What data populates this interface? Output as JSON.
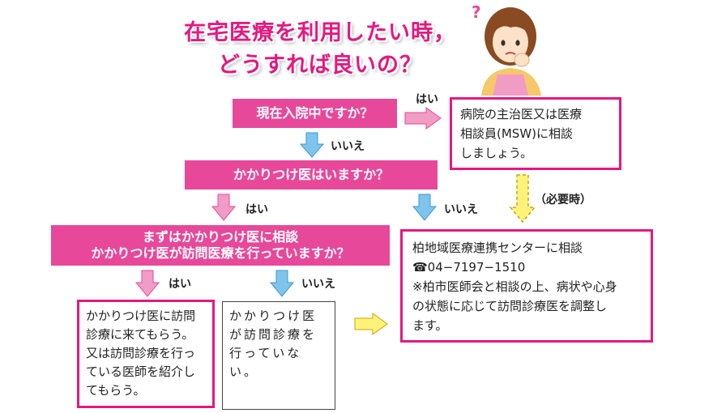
{
  "title": {
    "line1": "在宅医療を利用したい時，",
    "line2": "どうすれば良いの？"
  },
  "question1": "現在入院中ですか？",
  "question2": "かかりつけ医はいますか？",
  "question3": {
    "line1": "まずはかかりつけ医に相談",
    "line2": "かかりつけ医が訪問医療を行っていますか？"
  },
  "labels": {
    "yes": "はい",
    "no": "いいえ",
    "if_needed": "（必要時）"
  },
  "box_hospital": {
    "line1": "病院の主治医又は医療",
    "line2": "相談員(MSW)に相談",
    "line3": "しましょう。"
  },
  "box_center": {
    "line1": "柏地域医療連携センターに相談",
    "phone": "☎04−7197−1510",
    "line3": "※柏市医師会と相談の上、病状や心身",
    "line4": "の状態に応じて訪問診療医を調整し",
    "line5": "ます。"
  },
  "box_visit_yes": {
    "line1": "かかりつけ医に訪問",
    "line2": "診療に来てもらう。",
    "line3": "又は訪問診療を行っ",
    "line4": "ている医師を紹介し",
    "line5": "てもらう。"
  },
  "box_visit_no": {
    "line1": "かかりつけ医",
    "line2": "が訪問診療を",
    "line3": "行っていない。"
  },
  "colors": {
    "pink": "#e8489a",
    "magenta": "#e4197f",
    "arrow_pink": "#f19cc4",
    "arrow_blue": "#7fc4ec",
    "arrow_yellow": "#fff27a"
  },
  "icons": {
    "character": "thinking-woman-icon",
    "question_mark": "question-mark-icon"
  }
}
